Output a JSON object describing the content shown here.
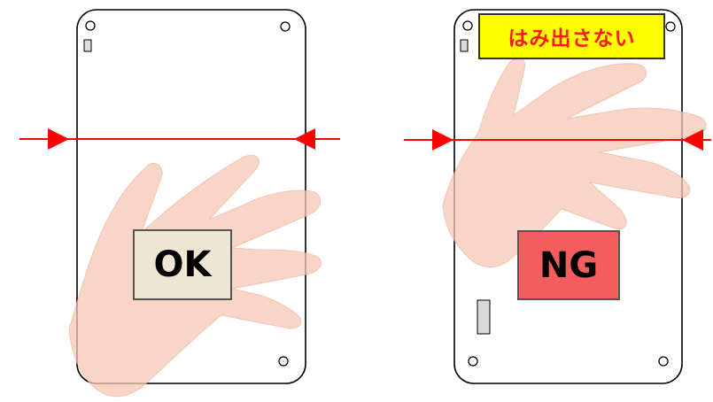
{
  "labels": {
    "ok": "OK",
    "ng": "NG",
    "warning": "はみ出さない"
  },
  "colors": {
    "arrow": "#ff0000",
    "ok_fill": "#eee5d2",
    "ng_fill": "#f35d5d",
    "warning_fill": "#ffff00",
    "warning_text": "#ff1a1a",
    "hand": "#f6c8b4"
  }
}
